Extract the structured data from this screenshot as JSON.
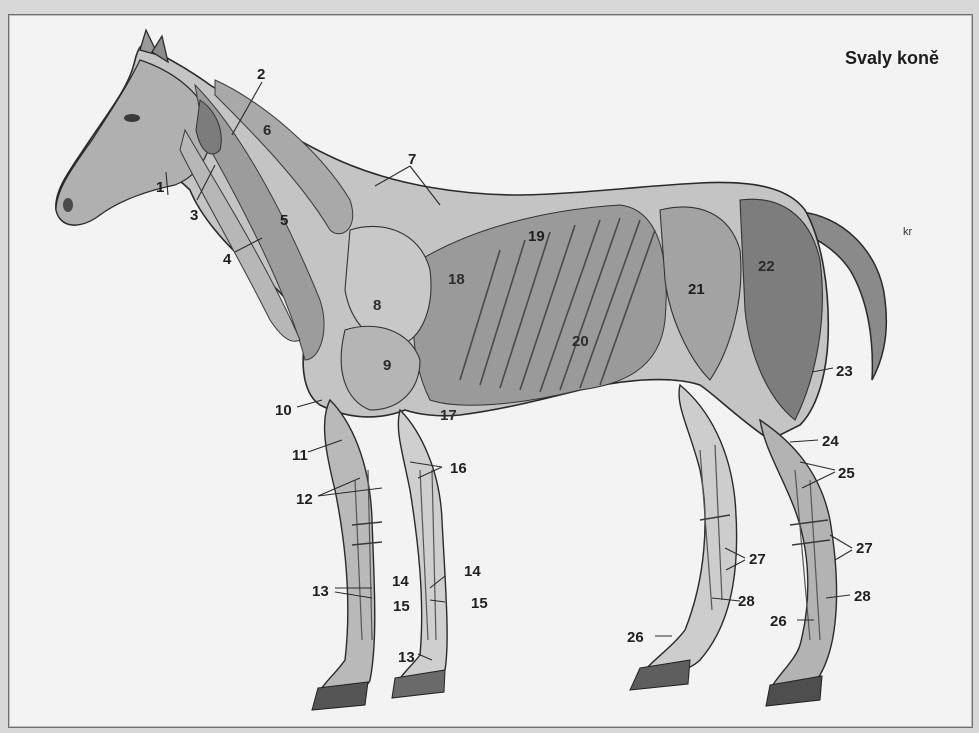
{
  "title": "Svaly koně",
  "mark": "kr",
  "labels": [
    "1",
    "2",
    "3",
    "4",
    "5",
    "6",
    "7",
    "8",
    "9",
    "10",
    "11",
    "12",
    "13",
    "14",
    "15",
    "16",
    "17",
    "18",
    "19",
    "20",
    "21",
    "22",
    "23",
    "24",
    "25",
    "26",
    "27",
    "28"
  ],
  "colors": {
    "panel": "#f3f3f3",
    "muscle_dark": "#6e6e6e",
    "muscle_mid": "#a8a8a8",
    "muscle_light": "#d5d5d5",
    "outline": "#2a2a2a"
  }
}
